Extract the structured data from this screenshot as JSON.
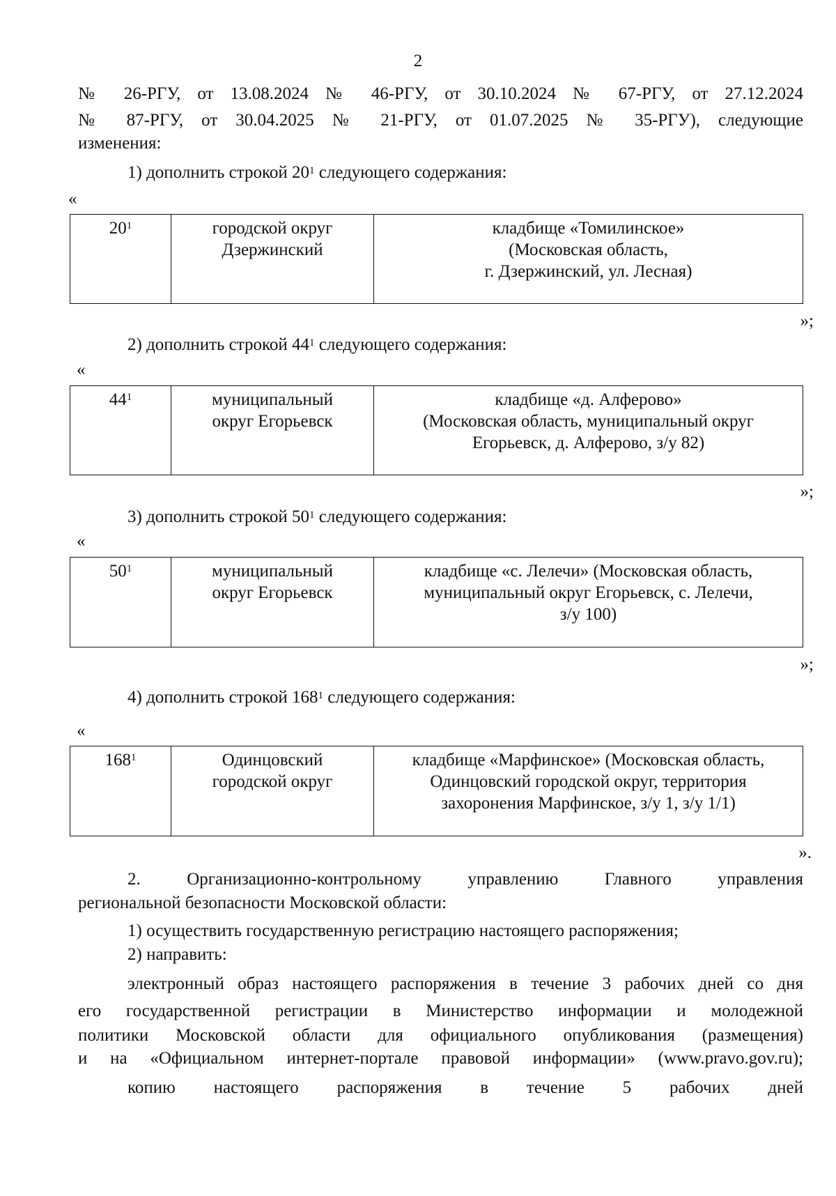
{
  "page_number": "2",
  "intro": {
    "line1": "№ 26-РГУ, от 13.08.2024 № 46-РГУ, от 30.10.2024 № 67-РГУ, от 27.12.2024",
    "line2": "№ 87-РГУ, от 30.04.2025 № 21-РГУ, от 01.07.2025 № 35-РГУ), следующие",
    "line3": "изменения:"
  },
  "open_quote": "«",
  "items": [
    {
      "prefix": "1) дополнить строкой ",
      "num": "20",
      "sup": "1",
      "suffix": " следующего содержания:",
      "row": {
        "num": "20",
        "sup": "1",
        "district": [
          "городской округ",
          "Дзержинский"
        ],
        "cemetery": [
          "кладбище «Томилинское»",
          "(Московская область,",
          "г. Дзержинский, ул. Лесная)"
        ]
      },
      "close": "»;"
    },
    {
      "prefix": "2) дополнить строкой ",
      "num": "44",
      "sup": "1",
      "suffix": " следующего содержания:",
      "row": {
        "num": "44",
        "sup": "1",
        "district": [
          "муниципальный",
          "округ Егорьевск"
        ],
        "cemetery": [
          "кладбище «д. Алферово»",
          "(Московская область, муниципальный округ",
          "Егорьевск, д. Алферово, з/у 82)"
        ]
      },
      "close": "»;"
    },
    {
      "prefix": "3) дополнить строкой ",
      "num": "50",
      "sup": "1",
      "suffix": " следующего содержания:",
      "row": {
        "num": "50",
        "sup": "1",
        "district": [
          "муниципальный",
          "округ Егорьевск"
        ],
        "cemetery": [
          "кладбище «с. Лелечи» (Московская область,",
          "муниципальный округ Егорьевск, с. Лелечи,",
          "з/у 100)"
        ]
      },
      "close": "»;"
    },
    {
      "prefix": "4) дополнить строкой ",
      "num": "168",
      "sup": "1",
      "suffix": " следующего содержания:",
      "row": {
        "num": "168",
        "sup": "1",
        "district": [
          "Одинцовский",
          "городской округ"
        ],
        "cemetery": [
          "кладбище «Марфинское» (Московская область,",
          "Одинцовский городской округ, территория",
          "захоронения Марфинское, з/у 1, з/у 1/1)"
        ]
      },
      "close": "»."
    }
  ],
  "section2": {
    "line1": "2.   Организационно-контрольному   управлению   Главного   управления",
    "line2": "региональной безопасности Московской области:",
    "line3": "1) осуществить государственную регистрацию настоящего распоряжения;",
    "line4": "2) направить:",
    "line5": "электронный образ настоящего распоряжения в течение 3 рабочих дней со дня",
    "line6": "его государственной регистрации в Министерство информации и молодежной",
    "line7": "политики Московской области для официального опубликования (размещения)",
    "line8": "и на «Официальном интернет-портале правовой информации» (www.pravo.gov.ru);",
    "line9": "копию настоящего распоряжения в течение 5 рабочих дней"
  }
}
